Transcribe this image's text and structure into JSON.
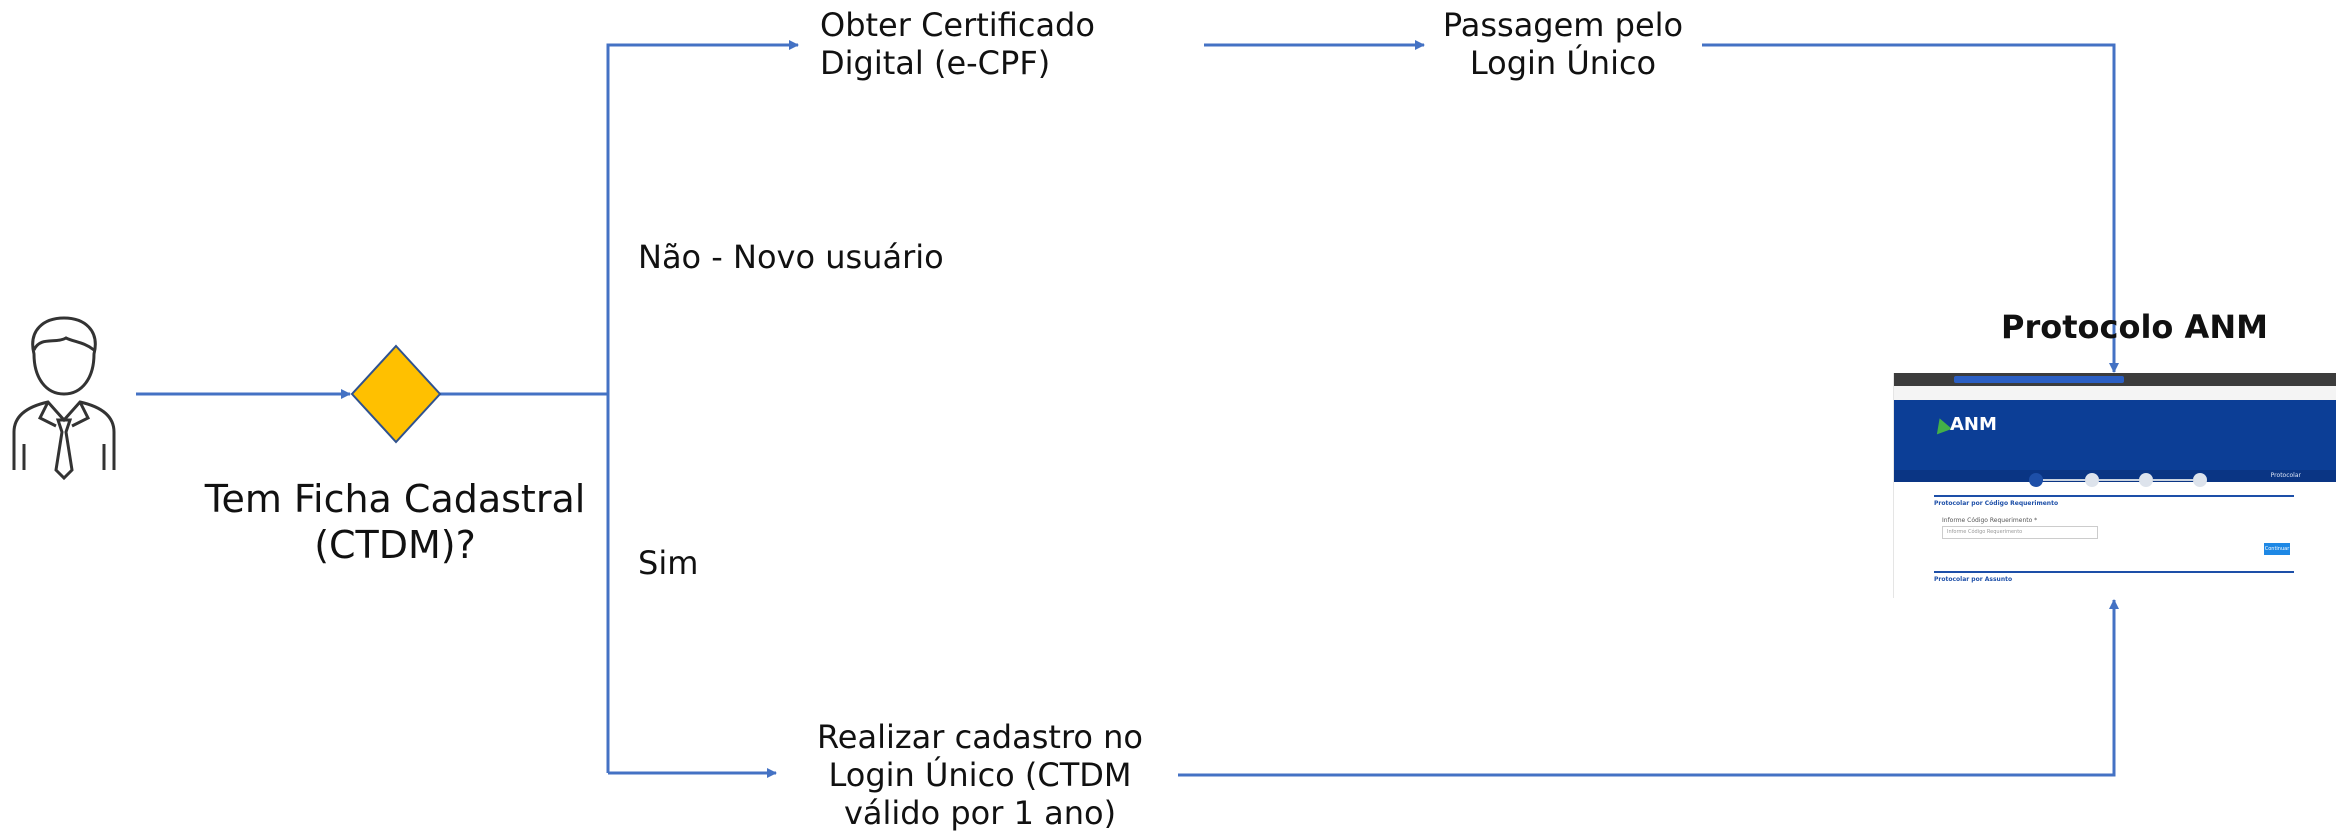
{
  "diagram": {
    "decision_question": "Tem Ficha Cadastral (CTDM)?",
    "branch_no_label": "Não - Novo usuário",
    "branch_yes_label": "Sim",
    "step_certificate": "Obter Certificado Digital (e-CPF)",
    "step_login": "Passagem pelo Login Único",
    "step_register": "Realizar cadastro no Login Único (CTDM válido por 1 ano)",
    "target_title": "Protocolo ANM"
  },
  "anm_screen": {
    "logo_text": "ANM",
    "section_code": "Protocolar por Código Requerimento",
    "field_label": "Informe Código Requerimento *",
    "field_placeholder": "Informe Código Requerimento",
    "button_label": "Continuar",
    "section_subject": "Protocolar por Assunto",
    "nav_item": "Protocolar"
  },
  "colors": {
    "line": "#4472c4",
    "decision_fill": "#ffc000",
    "decision_stroke": "#2f528f"
  }
}
